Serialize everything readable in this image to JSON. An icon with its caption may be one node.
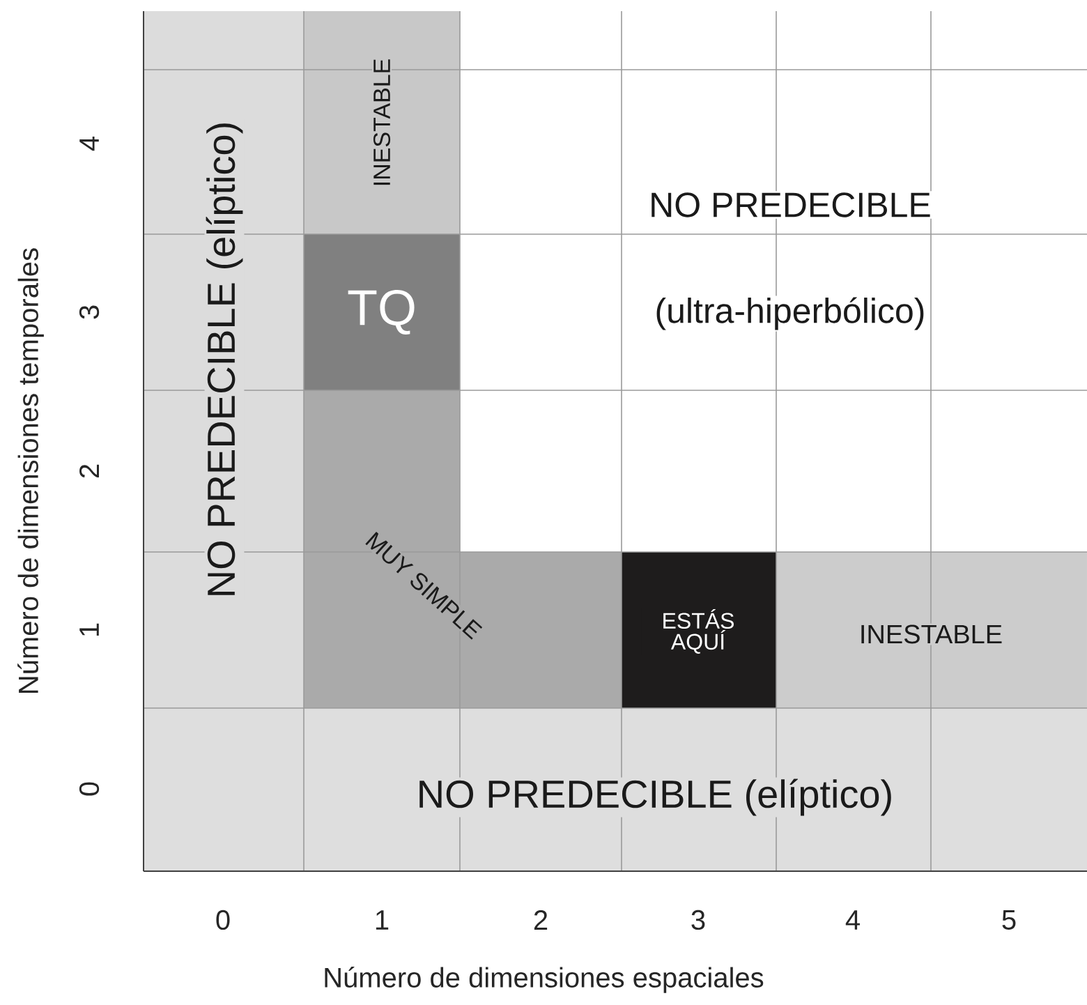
{
  "diagram": {
    "nodes": [
      {
        "text": [
          "NO PREDECIBLE (elíptico)"
        ]
      },
      {
        "text": [
          "INESTABLE"
        ]
      },
      {
        "text": [
          "TQ"
        ]
      },
      {
        "text": [
          "NO PREDECIBLE",
          "(ultra-hiperbólico)"
        ]
      },
      {
        "text": [
          "MUY SIMPLE"
        ]
      },
      {
        "text": [
          "ESTÁS AQUÍ"
        ]
      },
      {
        "text": [
          "INESTABLE"
        ]
      },
      {
        "text": [
          "NO PREDECIBLE (elíptico)"
        ]
      }
    ],
    "labels": [
      "Número de dimensiones temporales",
      "4",
      "3",
      "2",
      "1",
      "0",
      "0",
      "1",
      "2",
      "3",
      "4",
      "5",
      "Número de dimensiones espaciales"
    ]
  }
}
